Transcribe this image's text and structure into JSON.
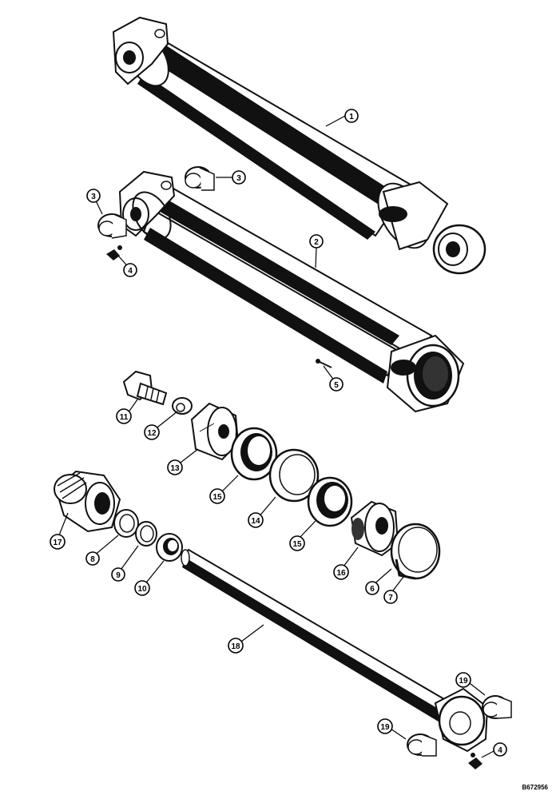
{
  "figure_ref": "B672956",
  "callouts": [
    {
      "key": "c1",
      "label": "1"
    },
    {
      "key": "c2",
      "label": "2"
    },
    {
      "key": "c3a",
      "label": "3"
    },
    {
      "key": "c3b",
      "label": "3"
    },
    {
      "key": "c4a",
      "label": "4"
    },
    {
      "key": "c5",
      "label": "5"
    },
    {
      "key": "c11",
      "label": "11"
    },
    {
      "key": "c12",
      "label": "12"
    },
    {
      "key": "c13",
      "label": "13"
    },
    {
      "key": "c15a",
      "label": "15"
    },
    {
      "key": "c14",
      "label": "14"
    },
    {
      "key": "c15b",
      "label": "15"
    },
    {
      "key": "c17",
      "label": "17"
    },
    {
      "key": "c8",
      "label": "8"
    },
    {
      "key": "c9",
      "label": "9"
    },
    {
      "key": "c10",
      "label": "10"
    },
    {
      "key": "c16",
      "label": "16"
    },
    {
      "key": "c6",
      "label": "6"
    },
    {
      "key": "c7",
      "label": "7"
    },
    {
      "key": "c18",
      "label": "18"
    },
    {
      "key": "c19a",
      "label": "19"
    },
    {
      "key": "c19b",
      "label": "19"
    },
    {
      "key": "c4b",
      "label": "4"
    }
  ]
}
